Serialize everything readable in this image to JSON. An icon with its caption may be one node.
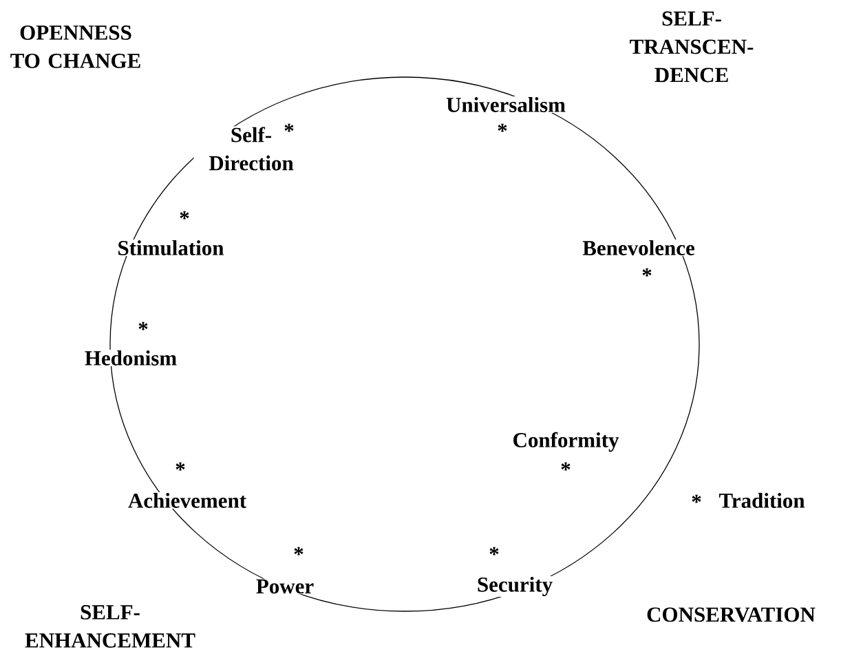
{
  "diagram": {
    "labels": [
      "OPENNESS TO CHANGE",
      "SELF- TRANSCEN- DENCE",
      "Universalism",
      "*",
      "Self- Direction",
      "*",
      "*",
      "Stimulation",
      "Benevolence",
      "*",
      "*",
      "Hedonism",
      "Conformity",
      "*",
      "*",
      "*",
      "Tradition",
      "Achievement",
      "*",
      "*",
      "Power",
      "Security",
      "SELF- ENHANCEMENT",
      "CONSERVATION"
    ]
  }
}
